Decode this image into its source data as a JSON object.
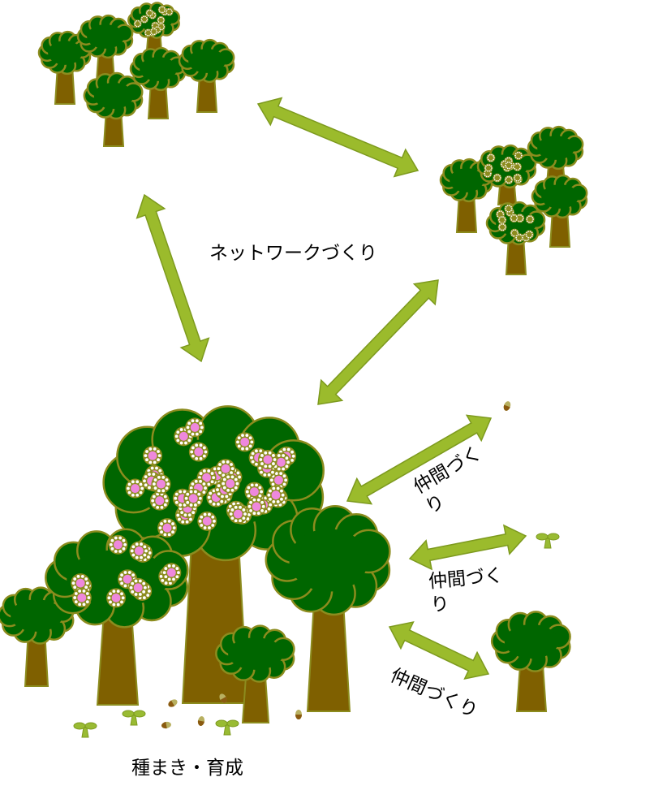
{
  "labels": {
    "network": "ネットワークづくり",
    "nakama_1_a": "仲間づく",
    "nakama_1_b": "り",
    "nakama_2_a": "仲間づく",
    "nakama_2_b": "り",
    "nakama_3": "仲間づくり",
    "seeding": "種まき・育成"
  },
  "colors": {
    "canopy": "#006600",
    "outline": "#8c8c1e",
    "trunk": "#7f6000",
    "arrow": "#9bbb2c",
    "arrow_outline": "#7d9a1e",
    "flower_center": "#ee88dd",
    "sprout": "#99bb33"
  }
}
